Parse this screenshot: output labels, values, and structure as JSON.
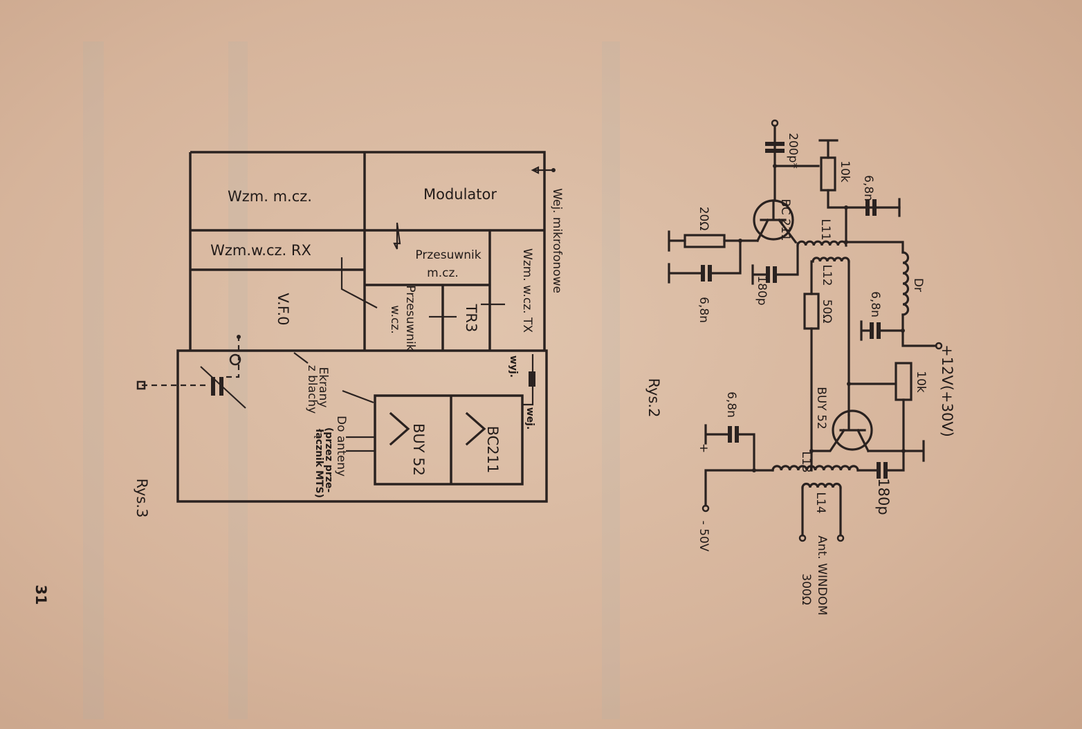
{
  "page_number": "31",
  "figure3": {
    "caption": "Rys.3",
    "blocks": {
      "af_amp": "Wzm.  m.cz.",
      "modulator": "Modulator",
      "rf_amp_rx": "Wzm.w.cz. RX",
      "af_shifter_1": "Przesuwnik",
      "af_shifter_2": "m.cz.",
      "vfo": "V.F.0",
      "rf_shifter_1": "Przesuwnik",
      "rf_shifter_2": "w.cz.",
      "tr3": "TR3",
      "rf_amp_tx": "Wzm. w.cz. TX",
      "buy52": "BUY 52",
      "bc211": "BC211"
    },
    "labels": {
      "mic_input": "Wej. mikrofonowe",
      "shields_1": "Ekrany",
      "shields_2": "z blachy",
      "antenna_1": "Do anteny",
      "antenna_2": "(przez prze-",
      "antenna_3": "łącznik MTS)",
      "output": "wyj.",
      "input": "wej."
    }
  },
  "figure2": {
    "caption": "Rys.2",
    "components": {
      "c_200p": "200p*",
      "pot_top": "10k",
      "c_68n_top": "6,8n",
      "q1": "BC 211",
      "l11": "L11",
      "r_20": "20Ω",
      "c_68n_left": "6,8n",
      "c_180p_left": "180p",
      "l12": "L12",
      "r_50": "50Ω",
      "dr": "Dr",
      "c_68n_dr": "6,8n",
      "supply": "+12V(+30V)",
      "pot_right": "10k",
      "q2": "BUY 52",
      "c_68n_bottom": "6,8n",
      "plus": "+",
      "l13": "L13",
      "l14": "L14",
      "c_180p_right": "180p",
      "minus_supply": "- 50V",
      "antenna": "Ant. WINDOM",
      "antenna_imp": "300Ω"
    }
  }
}
